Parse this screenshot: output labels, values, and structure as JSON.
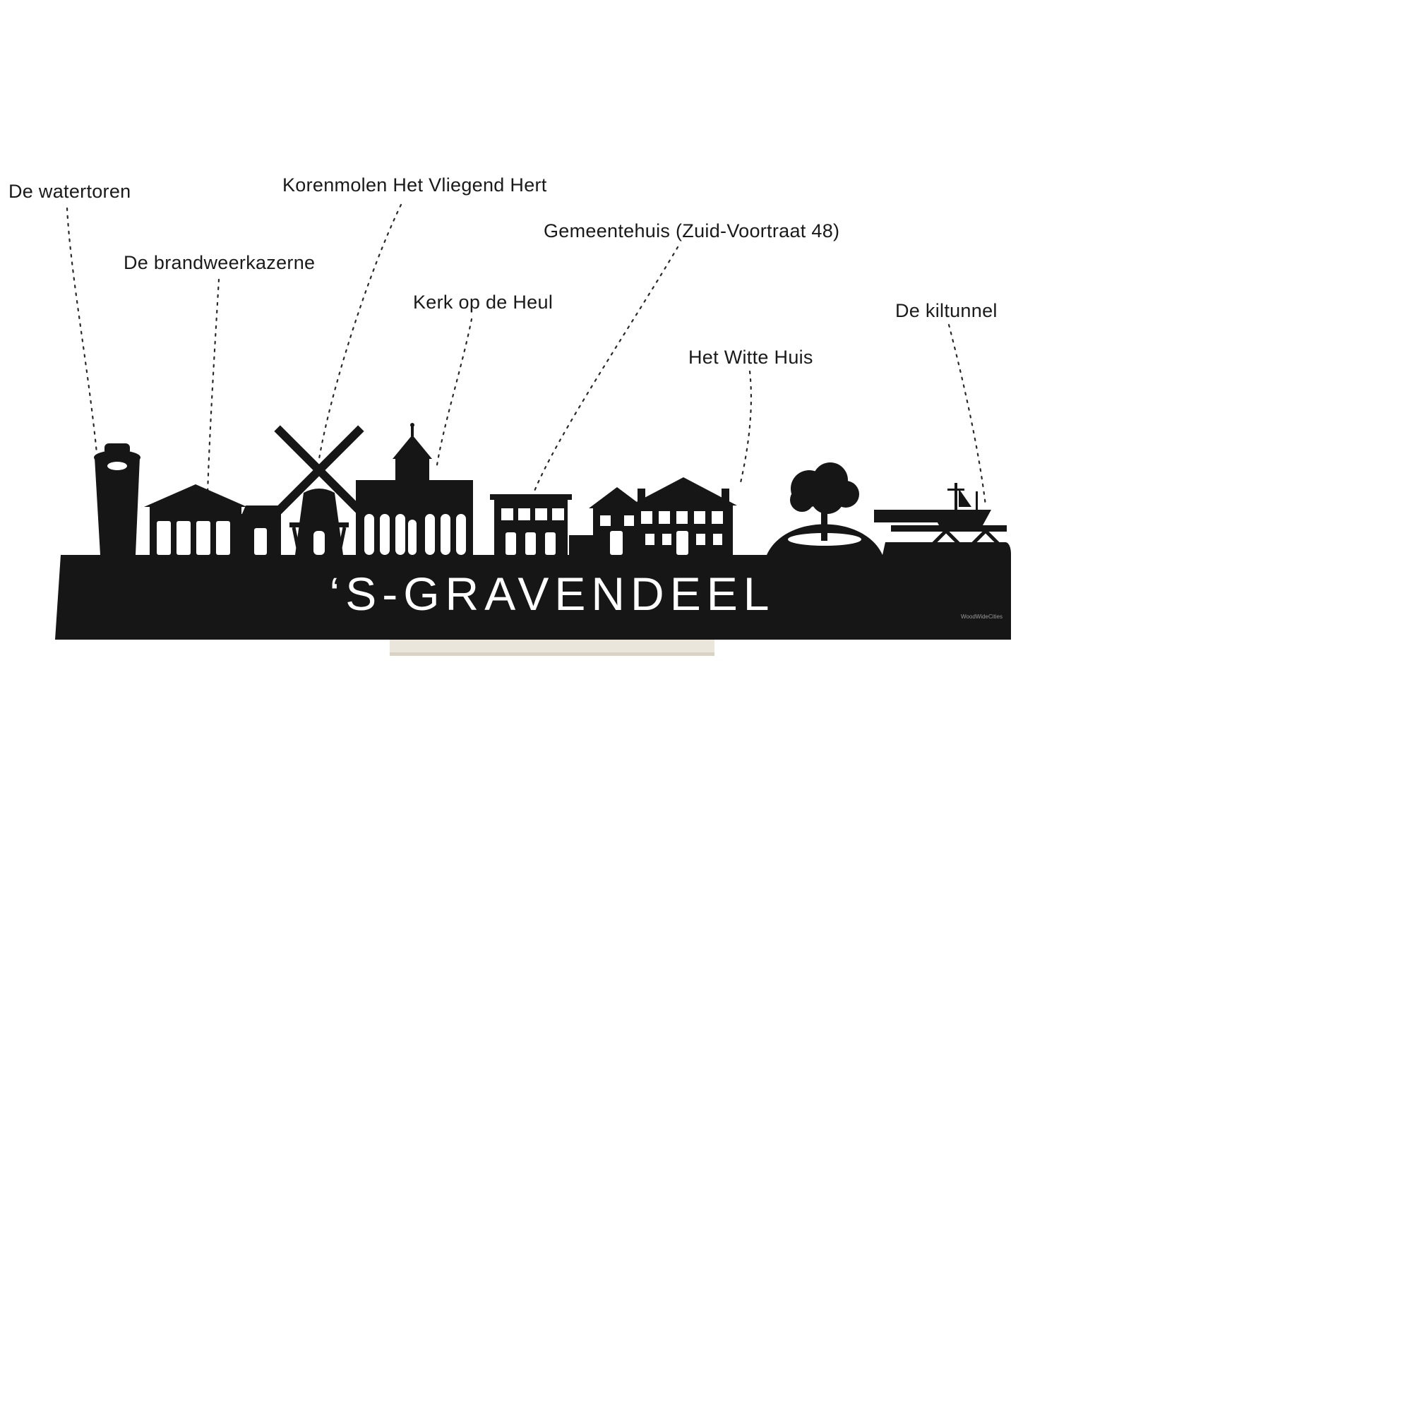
{
  "annotations": {
    "landmarks": [
      {
        "id": "watertoren",
        "label": "De watertoren"
      },
      {
        "id": "brandweerkazerne",
        "label": "De brandweerkazerne"
      },
      {
        "id": "korenmolen",
        "label": "Korenmolen Het Vliegend Hert"
      },
      {
        "id": "kerk",
        "label": "Kerk op de Heul"
      },
      {
        "id": "gemeentehuis",
        "label": "Gemeentehuis (Zuid-Voortraat 48)"
      },
      {
        "id": "witte-huis",
        "label": "Het Witte Huis"
      },
      {
        "id": "kiltunnel",
        "label": "De kiltunnel"
      }
    ]
  },
  "skyline": {
    "city_name": "‘S-GRAVENDEEL",
    "watermark": "WoodWideCities",
    "colors": {
      "silhouette": "#161616",
      "background": "#ffffff",
      "label_text": "#1a1a1a",
      "stand": "#ebe6db"
    }
  }
}
